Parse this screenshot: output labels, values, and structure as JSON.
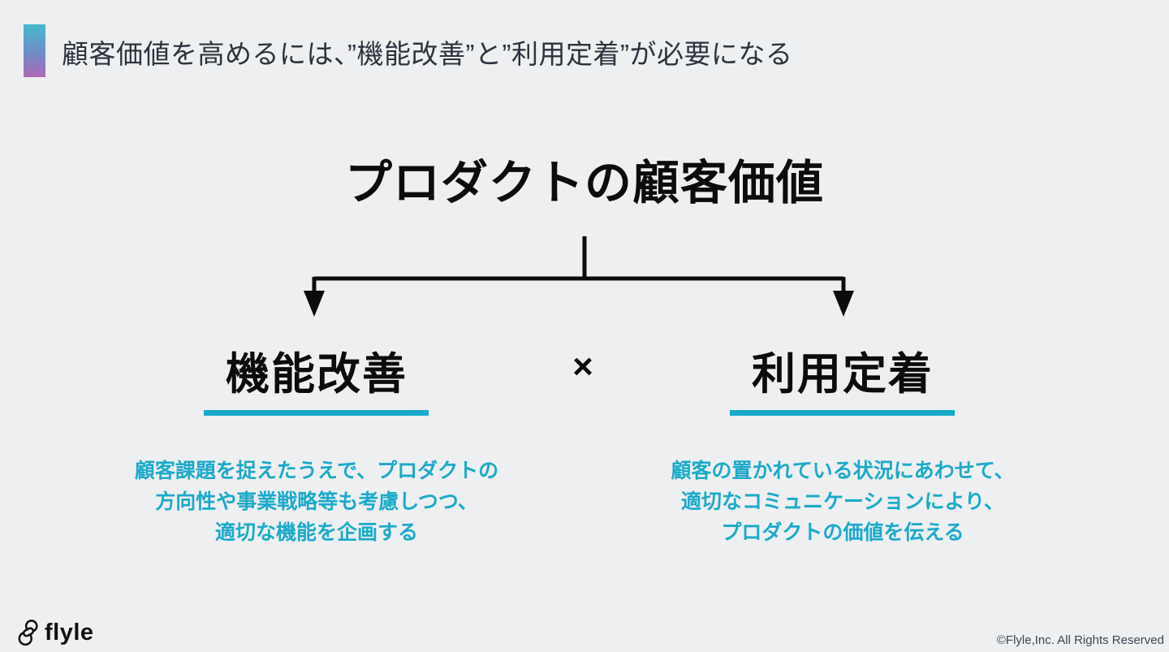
{
  "header": {
    "title": "顧客価値を高めるには、”機能改善”と”利用定着”が必要になる"
  },
  "diagram": {
    "title": "プロダクトの顧客価値",
    "operator": "×",
    "left": {
      "label": "機能改善",
      "lines": [
        "顧客課題を捉えたうえで、プロダクトの",
        "方向性や事業戦略等も考慮しつつ、",
        "適切な機能を企画する"
      ]
    },
    "right": {
      "label": "利用定着",
      "lines": [
        "顧客の置かれている状況にあわせて、",
        "適切なコミュニケーションにより、",
        "プロダクトの価値を伝える"
      ]
    }
  },
  "footer": {
    "logo_text": "flyle",
    "copyright": "©Flyle,Inc. All Rights Reserved"
  },
  "colors": {
    "accent_teal": "#17aac9",
    "gradient_top": "#46b9cb",
    "gradient_bottom": "#ad68b4",
    "title_black": "#0c0c0c",
    "header_text": "#2b333e",
    "copyright_text": "#3b4754",
    "background": "#eeeff0"
  }
}
